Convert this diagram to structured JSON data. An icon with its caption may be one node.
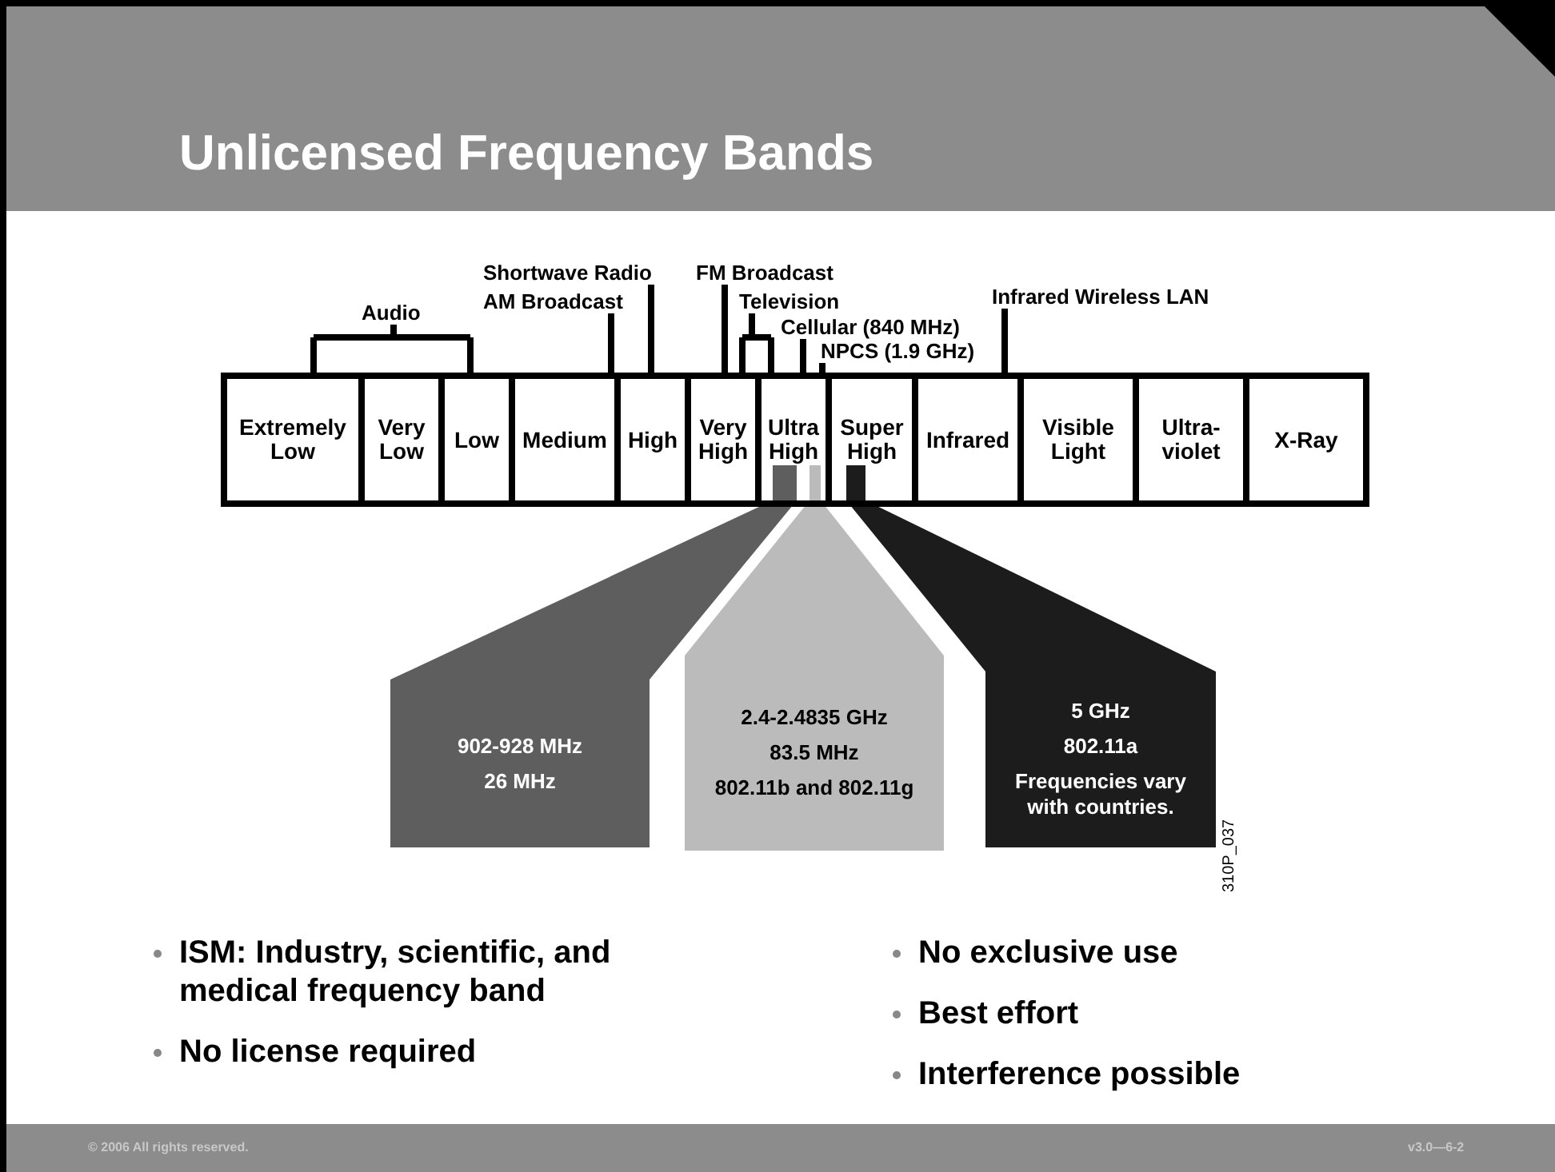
{
  "diagram": {
    "title": "Unlicensed Frequency Bands",
    "nodes": [
      {
        "text": [
          "Shortwave Radio"
        ]
      },
      {
        "text": [
          "FM Broadcast"
        ]
      },
      {
        "text": [
          "Audio"
        ]
      },
      {
        "text": [
          "AM Broadcast"
        ]
      },
      {
        "text": [
          "Television"
        ]
      },
      {
        "text": [
          "Infrared Wireless LAN"
        ]
      },
      {
        "text": [
          "Cellular (840 MHz)"
        ]
      },
      {
        "text": [
          "NPCS (1.9 GHz)"
        ]
      },
      {
        "text": [
          "Extremely Low"
        ]
      },
      {
        "text": [
          "Very Low"
        ]
      },
      {
        "text": [
          "Low"
        ]
      },
      {
        "text": [
          "Medium"
        ]
      },
      {
        "text": [
          "High"
        ]
      },
      {
        "text": [
          "Very High"
        ]
      },
      {
        "text": [
          "Ultra High"
        ]
      },
      {
        "text": [
          "Super High"
        ]
      },
      {
        "text": [
          "Infrared"
        ]
      },
      {
        "text": [
          "Visible Light"
        ]
      },
      {
        "text": [
          "Ultra-violet"
        ]
      },
      {
        "text": [
          "X-Ray"
        ]
      },
      {
        "text": [],
        "shape": "bar",
        "in": 14
      },
      {
        "text": [],
        "shape": "bar",
        "in": 14
      },
      {
        "text": [],
        "shape": "bar",
        "in": 15
      },
      {
        "text": [
          "902-928 MHz",
          "26 MHz"
        ]
      },
      {
        "text": [
          "2.4-2.4835 GHz",
          "83.5 MHz",
          "802.11b and 802.11g"
        ]
      },
      {
        "text": [
          "5 GHz",
          "802.11a",
          "Frequencies vary with countries."
        ]
      }
    ],
    "edges": [
      {
        "from": 0,
        "to": 12,
        "arrow": "none"
      },
      {
        "from": 1,
        "to": 13,
        "arrow": "none"
      },
      {
        "from": 2,
        "to": 8,
        "arrow": "none"
      },
      {
        "from": 2,
        "to": 10,
        "arrow": "none"
      },
      {
        "from": 3,
        "to": 11,
        "arrow": "none"
      },
      {
        "from": 4,
        "to": 13,
        "arrow": "none"
      },
      {
        "from": 4,
        "to": 14,
        "arrow": "none"
      },
      {
        "from": 5,
        "to": 16,
        "arrow": "none"
      },
      {
        "from": 6,
        "to": 14,
        "arrow": "none"
      },
      {
        "from": 7,
        "to": 14,
        "arrow": "none"
      },
      {
        "from": 20,
        "to": 23,
        "arrow": "none",
        "color": "#5e5e5e"
      },
      {
        "from": 21,
        "to": 24,
        "arrow": "none",
        "color": "#bbbbbb"
      },
      {
        "from": 22,
        "to": 25,
        "arrow": "none",
        "color": "#1c1c1c"
      }
    ],
    "labels": [
      "ISM: Industry, scientific, and medical frequency band",
      "No exclusive use",
      "Best effort",
      "No license required",
      "Interference possible",
      "310P_037",
      "© 2006 All rights reserved.",
      "v3.0—6-2"
    ]
  }
}
